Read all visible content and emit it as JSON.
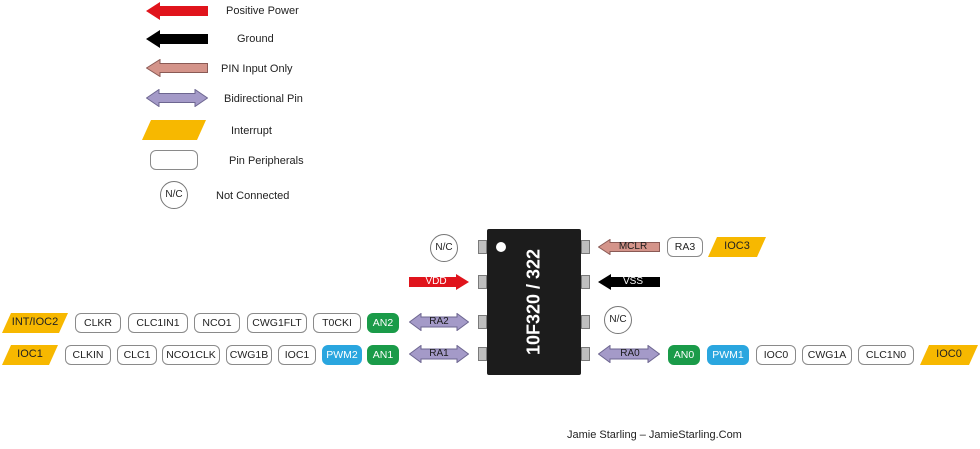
{
  "legend": {
    "positive_power": "Positive Power",
    "ground": "Ground",
    "pin_input_only": "PIN Input Only",
    "bidirectional_pin": "Bidirectional Pin",
    "interrupt": "Interrupt",
    "pin_peripherals": "Pin Peripherals",
    "nc_symbol": "N/C",
    "not_connected": "Not Connected"
  },
  "chip": {
    "title": "10F320 / 322"
  },
  "pins": {
    "pin1_nc": "N/C",
    "pin2_vdd": "VDD",
    "pin3_ra2": "RA2",
    "pin4_ra1": "RA1",
    "pin5_ra0": "RA0",
    "pin6_nc": "N/C",
    "pin7_vss": "VSS",
    "pin8_mclr": "MCLR"
  },
  "right_top": {
    "ra3": "RA3",
    "ioc3": "IOC3"
  },
  "left_row_ra2": {
    "an2": "AN2",
    "tocki": "T0CKI",
    "cwg1flt": "CWG1FLT",
    "nco1": "NCO1",
    "clc1in1": "CLC1IN1",
    "clkr": "CLKR",
    "int_ioc2": "INT/IOC2"
  },
  "left_row_ra1": {
    "an1": "AN1",
    "pwm2": "PWM2",
    "ioc1_pill": "IOC1",
    "cwg1b": "CWG1B",
    "nco1clk": "NCO1CLK",
    "clc1": "CLC1",
    "clkin": "CLKIN",
    "ioc1": "IOC1"
  },
  "right_row_ra0": {
    "an0": "AN0",
    "pwm1": "PWM1",
    "ioc0_pill": "IOC0",
    "cwg1a": "CWG1A",
    "clc1n0": "CLC1N0",
    "ioc0": "IOC0"
  },
  "footer": "Jamie Starling – JamieStarling.Com",
  "colors": {
    "power": "#e0141c",
    "ground": "#000000",
    "input_only": "#d4948a",
    "bidirectional": "#a49ac8",
    "interrupt": "#f7b800",
    "analog": "#1a9b49",
    "pwm": "#2aa6df",
    "chip": "#1c1c1c"
  }
}
